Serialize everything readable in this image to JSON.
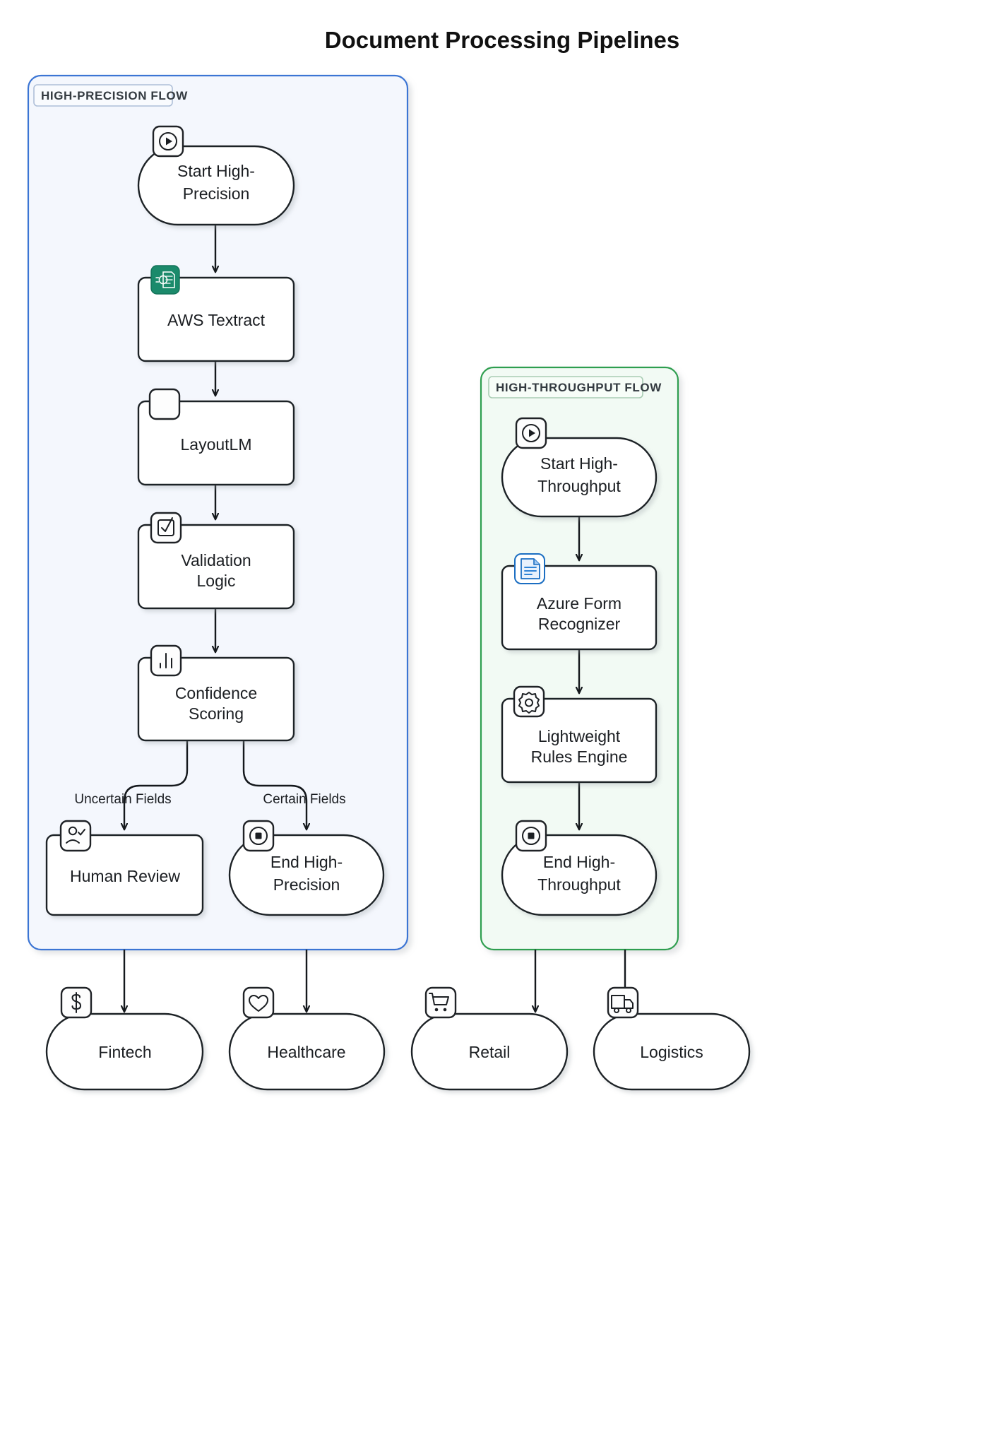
{
  "title": "Document Processing Pipelines",
  "clusters": [
    {
      "id": "high-precision",
      "label": "HIGH-PRECISION FLOW",
      "border_color": "#3b74d4",
      "fill_color": "#f4f7fd"
    },
    {
      "id": "high-throughput",
      "label": "HIGH-THROUGHPUT FLOW",
      "border_color": "#2f9e4f",
      "fill_color": "#f2faf4"
    }
  ],
  "nodes": {
    "start_precision": {
      "label_line1": "Start High-",
      "label_line2": "Precision",
      "icon": "play-circle-icon",
      "shape": "stadium"
    },
    "aws_textract": {
      "label_line1": "AWS Textract",
      "label_line2": "",
      "icon": "aws-textract-icon",
      "shape": "rect"
    },
    "layoutlm": {
      "label_line1": "LayoutLM",
      "label_line2": "",
      "icon": "blank-icon",
      "shape": "rect"
    },
    "validation_logic": {
      "label_line1": "Validation",
      "label_line2": "Logic",
      "icon": "check-square-icon",
      "shape": "rect"
    },
    "confidence_scoring": {
      "label_line1": "Confidence",
      "label_line2": "Scoring",
      "icon": "bar-chart-icon",
      "shape": "rect"
    },
    "human_review": {
      "label_line1": "Human Review",
      "label_line2": "",
      "icon": "user-check-icon",
      "shape": "rect"
    },
    "end_precision": {
      "label_line1": "End High-",
      "label_line2": "Precision",
      "icon": "stop-circle-icon",
      "shape": "stadium"
    },
    "start_throughput": {
      "label_line1": "Start High-",
      "label_line2": "Throughput",
      "icon": "play-circle-icon",
      "shape": "stadium"
    },
    "azure_form": {
      "label_line1": "Azure Form",
      "label_line2": "Recognizer",
      "icon": "azure-document-icon",
      "shape": "rect"
    },
    "rules_engine": {
      "label_line1": "Lightweight",
      "label_line2": "Rules Engine",
      "icon": "gear-icon",
      "shape": "rect"
    },
    "end_throughput": {
      "label_line1": "End High-",
      "label_line2": "Throughput",
      "icon": "stop-circle-icon",
      "shape": "stadium"
    },
    "fintech": {
      "label_line1": "Fintech",
      "label_line2": "",
      "icon": "dollar-icon",
      "shape": "stadium"
    },
    "healthcare": {
      "label_line1": "Healthcare",
      "label_line2": "",
      "icon": "heart-icon",
      "shape": "stadium"
    },
    "retail": {
      "label_line1": "Retail",
      "label_line2": "",
      "icon": "shopping-cart-icon",
      "shape": "stadium"
    },
    "logistics": {
      "label_line1": "Logistics",
      "label_line2": "",
      "icon": "truck-icon",
      "shape": "stadium"
    }
  },
  "edge_labels": {
    "uncertain": "Uncertain Fields",
    "certain": "Certain Fields"
  },
  "colors": {
    "aws_badge": "#1b8a6b",
    "azure_badge_fill": "#e8f1fc",
    "azure_badge_stroke": "#1b6ec2",
    "stroke": "#14181c",
    "text": "#1b1e22"
  }
}
